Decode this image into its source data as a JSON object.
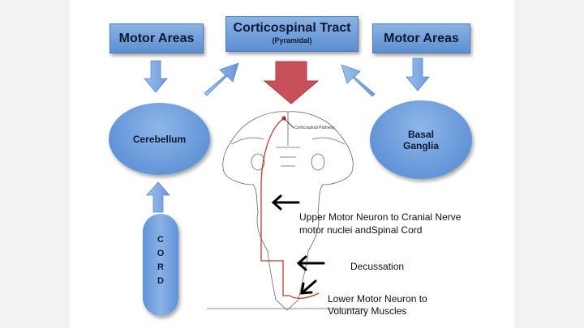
{
  "boxes": {
    "motor_left": "Motor Areas",
    "tract_title": "Corticospinal Tract",
    "tract_sub": "(Pyramidal)",
    "motor_right": "Motor Areas"
  },
  "ellipses": {
    "cerebellum": "Cerebellum",
    "basal_line1": "Basal",
    "basal_line2": "Ganglia"
  },
  "cord_letters": [
    "C",
    "O",
    "R",
    "D"
  ],
  "labels": {
    "pathway": "Corticospinal Pathway",
    "umn_line1": "Upper Motor Neuron to Cranial Nerve",
    "umn_line2": "motor nuclei andSpinal Cord",
    "decussation": "Decussation",
    "lmn_line1": "Lower Motor Neuron to",
    "lmn_line2": "Voluntary Muscles"
  },
  "colors": {
    "box_blue": "#6f9bd9",
    "arrow_blue": "#7ea8e0",
    "arrow_red": "#c8505a",
    "pathway_red": "#c0392b"
  }
}
